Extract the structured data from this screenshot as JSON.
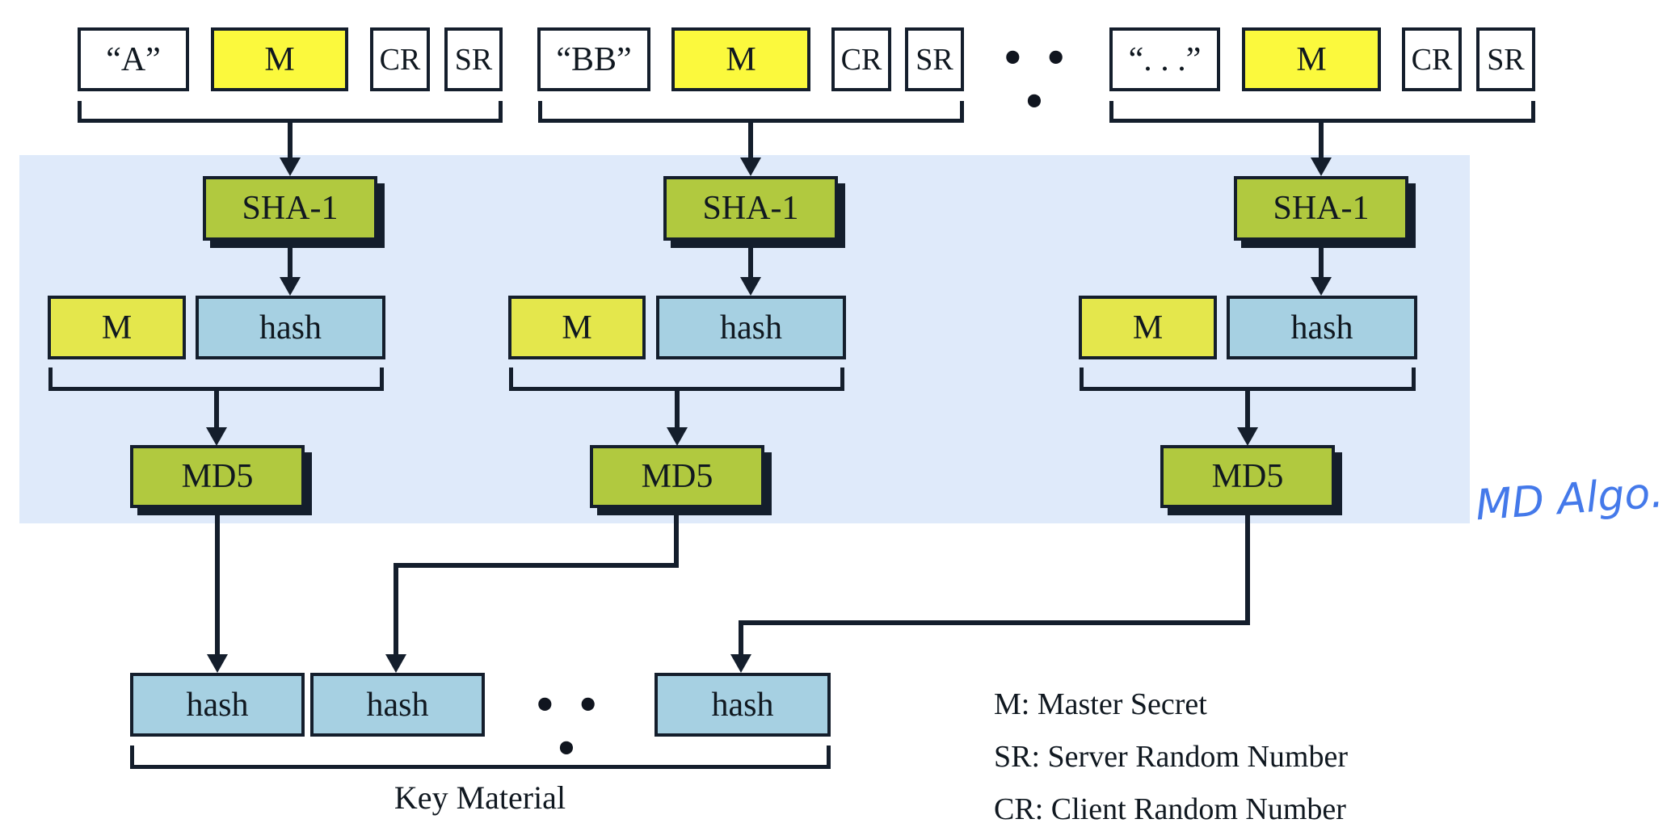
{
  "colors": {
    "band_background": "#dfeafa",
    "top_master_yellow": "#fbf93d",
    "intermediate_master_yellow_green": "#e4e74c",
    "algorithm_green": "#b1c93f",
    "hash_light_blue": "#a6d0e2",
    "line_dark_navy": "#141e2c",
    "annotation_blue": "#4479ea",
    "page_background": "#ffffff"
  },
  "groups": [
    {
      "label": "“A”",
      "m": "M",
      "cr": "CR",
      "sr": "SR",
      "sha1": "SHA-1",
      "m_mid": "M",
      "hash_mid": "hash",
      "md5": "MD5"
    },
    {
      "label": "“BB”",
      "m": "M",
      "cr": "CR",
      "sr": "SR",
      "sha1": "SHA-1",
      "m_mid": "M",
      "hash_mid": "hash",
      "md5": "MD5"
    },
    {
      "label": "“. . .”",
      "m": "M",
      "cr": "CR",
      "sr": "SR",
      "sha1": "SHA-1",
      "m_mid": "M",
      "hash_mid": "hash",
      "md5": "MD5"
    }
  ],
  "header_ellipsis": "• • •",
  "outputs": {
    "hashes": [
      "hash",
      "hash",
      "hash"
    ],
    "ellipsis": "• • •",
    "bracket_label": "Key Material"
  },
  "legend": {
    "master": "M: Master Secret",
    "server_random": "SR: Server Random Number",
    "client_random": "CR: Client Random Number"
  },
  "annotation": {
    "text": "MD Algo."
  }
}
